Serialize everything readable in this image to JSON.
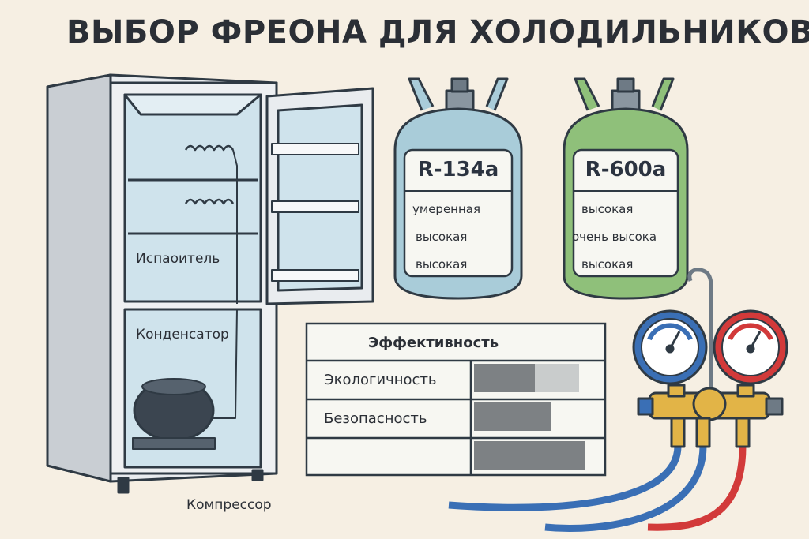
{
  "title": "ВЫБОР ФРЕОНА ДЛЯ ХОЛОДИЛЬНИКОВ",
  "fridge": {
    "evaporator_label": "Испаоитель",
    "condenser_label": "Конденсатор",
    "compressor_label": "Компрессор"
  },
  "cylinders": [
    {
      "name": "R-134a",
      "rows": [
        "умеренная",
        "высокая",
        "высокая"
      ],
      "color": "#a9ccd9"
    },
    {
      "name": "R-600a",
      "rows": [
        "высокая",
        "очень высока",
        "высокая"
      ],
      "color": "#8fc07a"
    }
  ],
  "table": {
    "header": "Эффективность",
    "rows": [
      {
        "label": "Экологичность",
        "bar1": 0.55,
        "bar2": 0.95
      },
      {
        "label": "Безопасность",
        "bar1": 0.7
      },
      {
        "label": "",
        "bar1": 1.0
      }
    ]
  },
  "colors": {
    "outline": "#2f3a44",
    "gauge_blue": "#3a6fb5",
    "gauge_red": "#d23a3a",
    "brass": "#e2b447"
  }
}
